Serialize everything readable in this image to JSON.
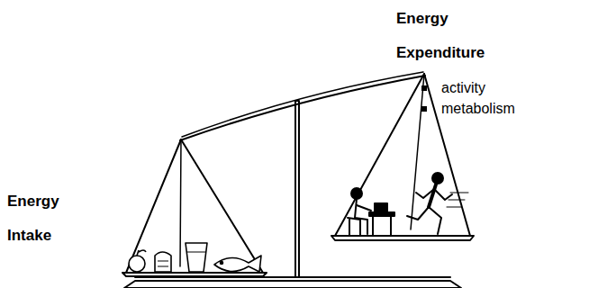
{
  "diagram": {
    "labels": [
      "Energy Expenditure",
      "activity",
      "metabolism",
      "Energy Intake"
    ]
  }
}
